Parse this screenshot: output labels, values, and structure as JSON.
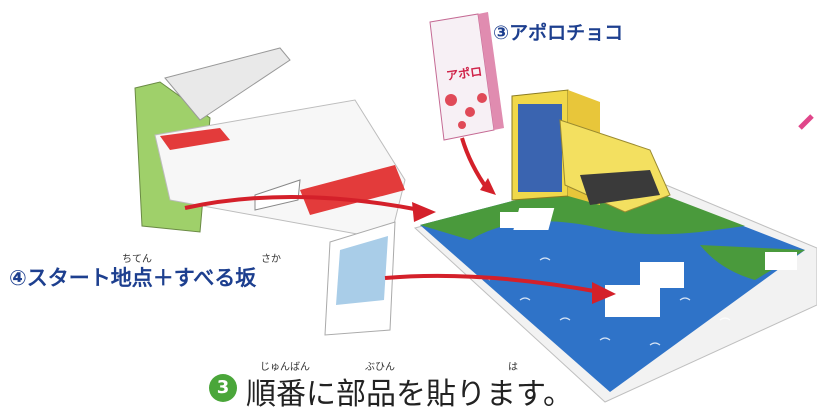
{
  "labels": {
    "apollo": "③アポロチョコ",
    "start_slope": "④スタート地点＋すべる坂"
  },
  "furigana": {
    "chiten": "ちてん",
    "saka": "さか",
    "junban": "じゅんばん",
    "buhin": "ぶひん",
    "ha": "は"
  },
  "step": {
    "number": "3",
    "text": "順番に部品を貼ります。"
  },
  "apollo_box": {
    "brand_text": "アポロ"
  },
  "colors": {
    "label_blue": "#1d3f8f",
    "arrow_red": "#d4202a",
    "water": "#2a6fc9",
    "grass": "#3e8e3a",
    "step_green": "#4aa63a"
  }
}
